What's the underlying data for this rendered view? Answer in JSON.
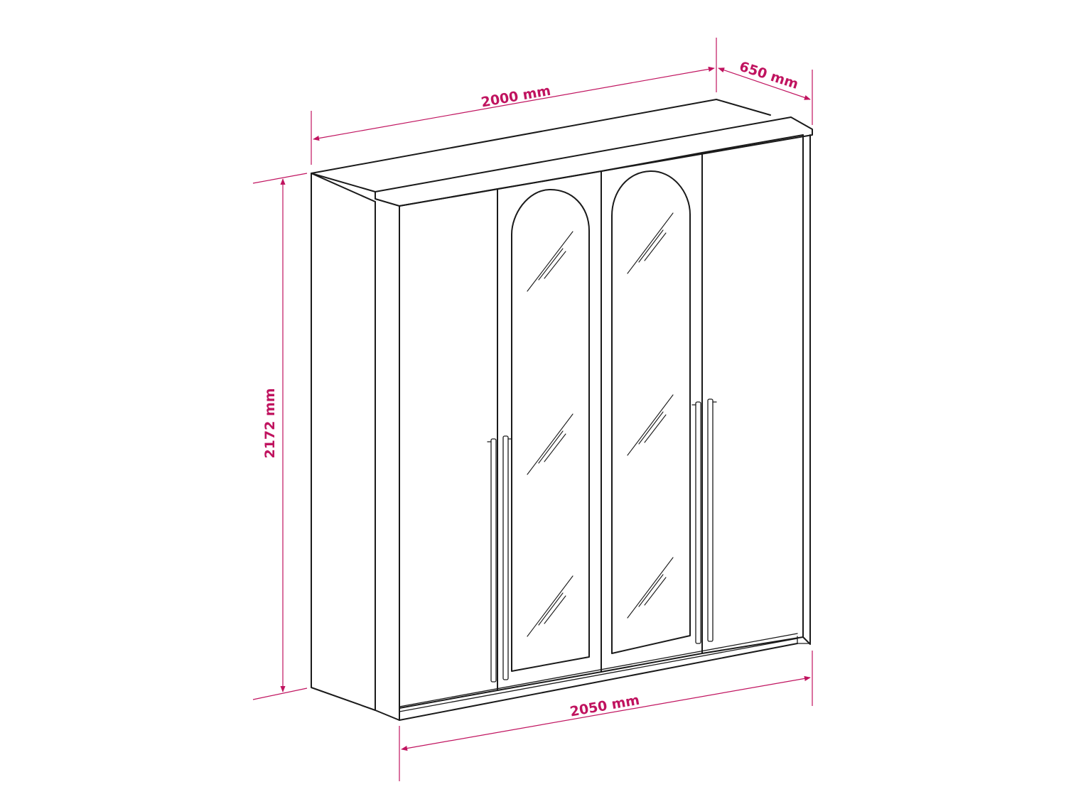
{
  "colors": {
    "dimension": "#c0135f",
    "outline": "#1a1a1a",
    "background": "#ffffff"
  },
  "dimensions": {
    "top_width": "2000 mm",
    "depth": "650 mm",
    "height": "2172 mm",
    "bottom_width": "2050 mm"
  }
}
